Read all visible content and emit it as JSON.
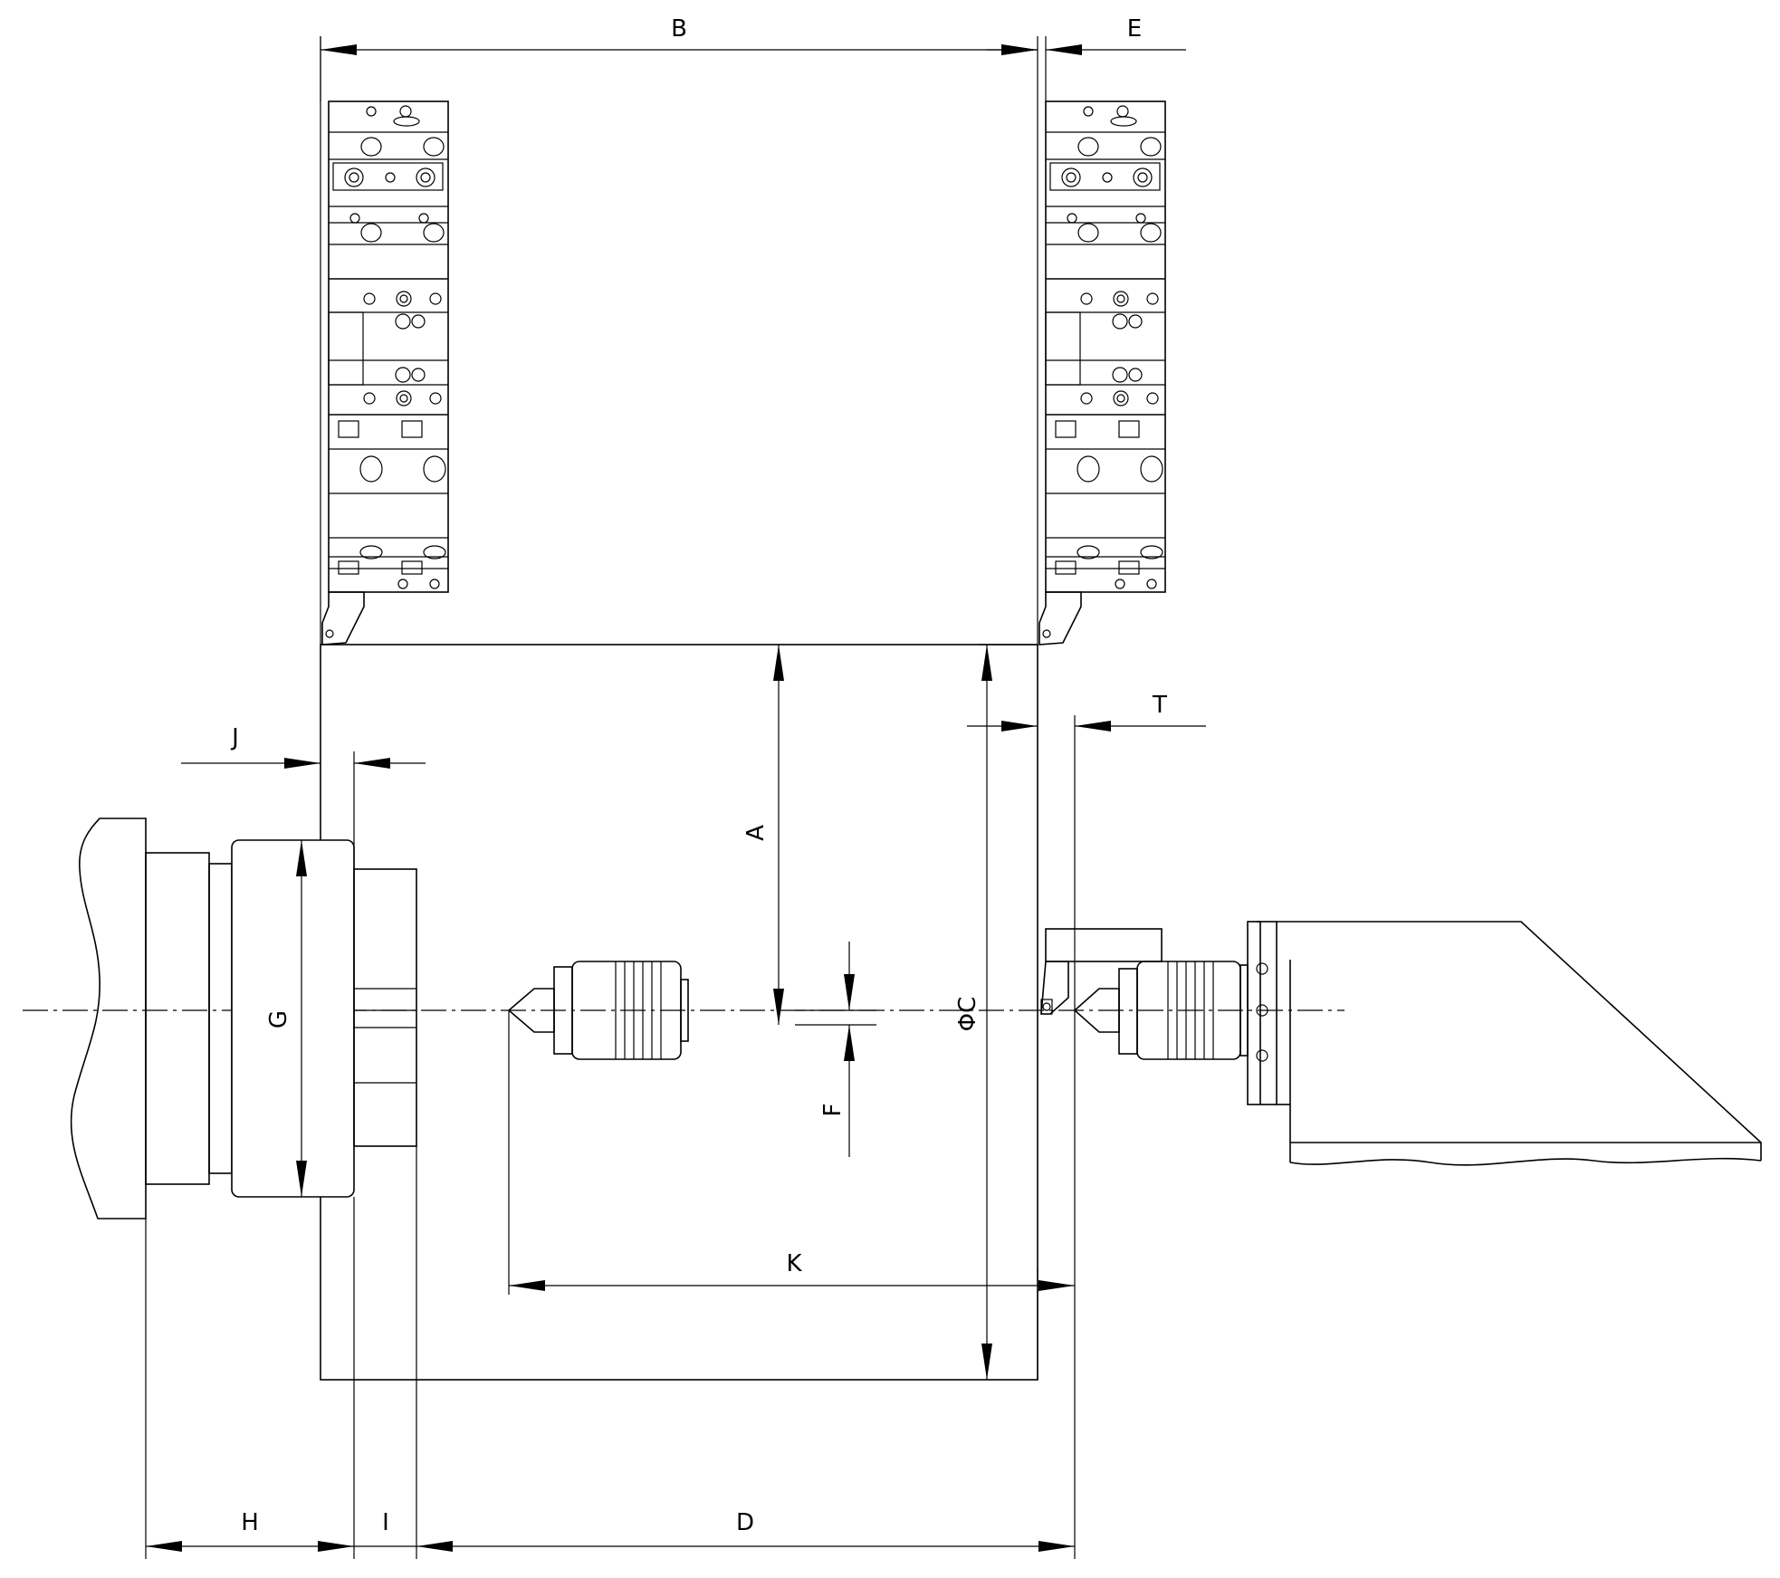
{
  "drawing": {
    "dimension_labels": {
      "A": "A",
      "B": "B",
      "C": "ΦC",
      "D": "D",
      "E": "E",
      "F": "F",
      "G": "G",
      "H": "H",
      "I": "I",
      "J": "J",
      "K": "K",
      "T": "T"
    }
  },
  "colors": {
    "line": "#000000",
    "background": "#ffffff"
  }
}
